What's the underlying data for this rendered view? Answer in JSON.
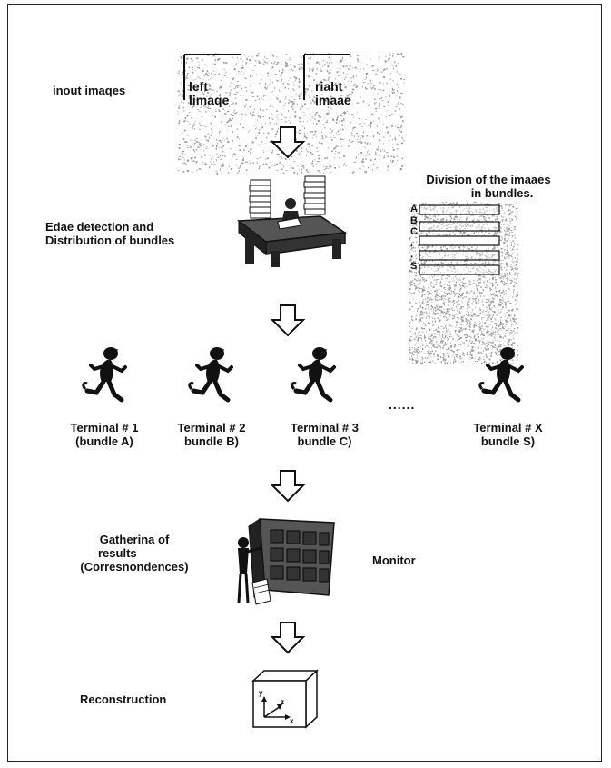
{
  "input": {
    "label": "inout imaqes",
    "left_image": "left\nlimaqe",
    "right_image": "riaht\nimaae"
  },
  "edge_detection": {
    "label_line1": "Edae detection and",
    "label_line2": "Distribution of bundles"
  },
  "division": {
    "title_line1": "Division of the imaaes",
    "title_line2": "in bundles.",
    "rows": [
      "A",
      "B",
      "C",
      ".",
      ".",
      "S"
    ]
  },
  "terminals": [
    {
      "line1": "Terminal # 1",
      "line2": "(bundle A)"
    },
    {
      "line1": "Terminal # 2",
      "line2": "bundle B)"
    },
    {
      "line1": "Terminal # 3",
      "line2": "bundle C)"
    },
    {
      "line1": "Terminal # X",
      "line2": "bundle S)"
    }
  ],
  "ellipsis": "......",
  "gathering": {
    "line1": "Gatherina of",
    "line2": "results",
    "line3": "(Corresnondences)"
  },
  "monitor": "Monitor",
  "reconstruction": {
    "label": "Reconstruction",
    "axis_y": "y",
    "axis_z": "z",
    "axis_x": "x"
  },
  "colors": {
    "ink": "#111111",
    "paper": "#ffffff",
    "noise": "#9a9a9a"
  }
}
